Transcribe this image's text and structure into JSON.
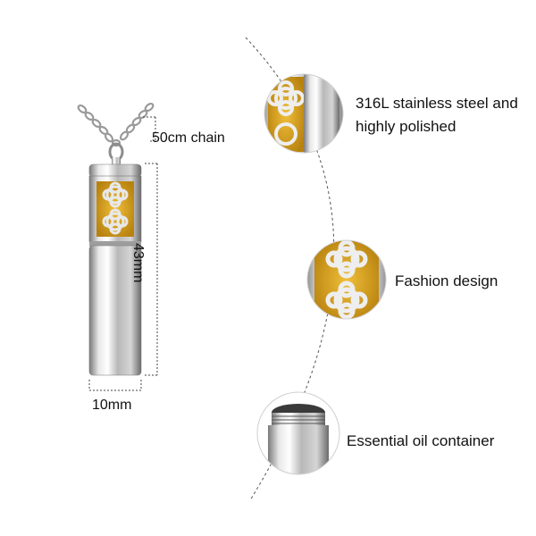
{
  "dimensions": {
    "chain_length": "50cm chain",
    "height": "43mm",
    "width": "10mm"
  },
  "features": [
    {
      "label": "316L stainless steel and highly polished",
      "icon": "filigree-closeup"
    },
    {
      "label": "Fashion design",
      "icon": "flower-pattern-closeup"
    },
    {
      "label": "Essential oil container",
      "icon": "threaded-cap-closeup"
    }
  ],
  "colors": {
    "steel": "#c9c9c9",
    "steel_dark": "#6f6f6f",
    "pad": "#d9a21e",
    "guide_line": "#555555"
  }
}
